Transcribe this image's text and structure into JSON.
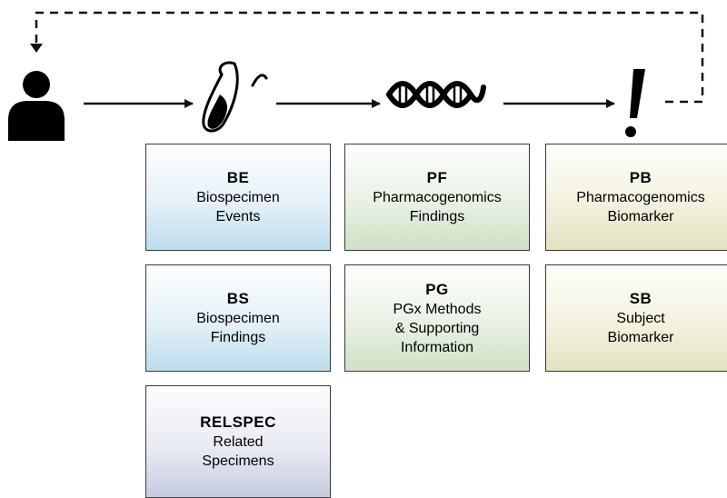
{
  "boxes": {
    "be": {
      "code": "BE",
      "lines": [
        "Biospecimen",
        "Events"
      ]
    },
    "bs": {
      "code": "BS",
      "lines": [
        "Biospecimen",
        "Findings"
      ]
    },
    "relspec": {
      "code": "RELSPEC",
      "lines": [
        "Related",
        "Specimens"
      ]
    },
    "pf": {
      "code": "PF",
      "lines": [
        "Pharmacogenomics",
        "Findings"
      ]
    },
    "pg": {
      "code": "PG",
      "lines": [
        "PGx Methods",
        "& Supporting",
        "Information"
      ]
    },
    "pb": {
      "code": "PB",
      "lines": [
        "Pharmacogenomics",
        "Biomarker"
      ]
    },
    "sb": {
      "code": "SB",
      "lines": [
        "Subject",
        "Biomarker"
      ]
    }
  },
  "icons": {
    "person": "person-icon",
    "test_tube": "test-tube-icon",
    "dna": "dna-icon",
    "exclamation": "exclamation-icon"
  },
  "colors": {
    "blue": "#bcdcec",
    "green": "#cfe1c5",
    "yellow": "#e3e1bf",
    "lavender": "#c6cbe0",
    "stroke": "#111111"
  }
}
